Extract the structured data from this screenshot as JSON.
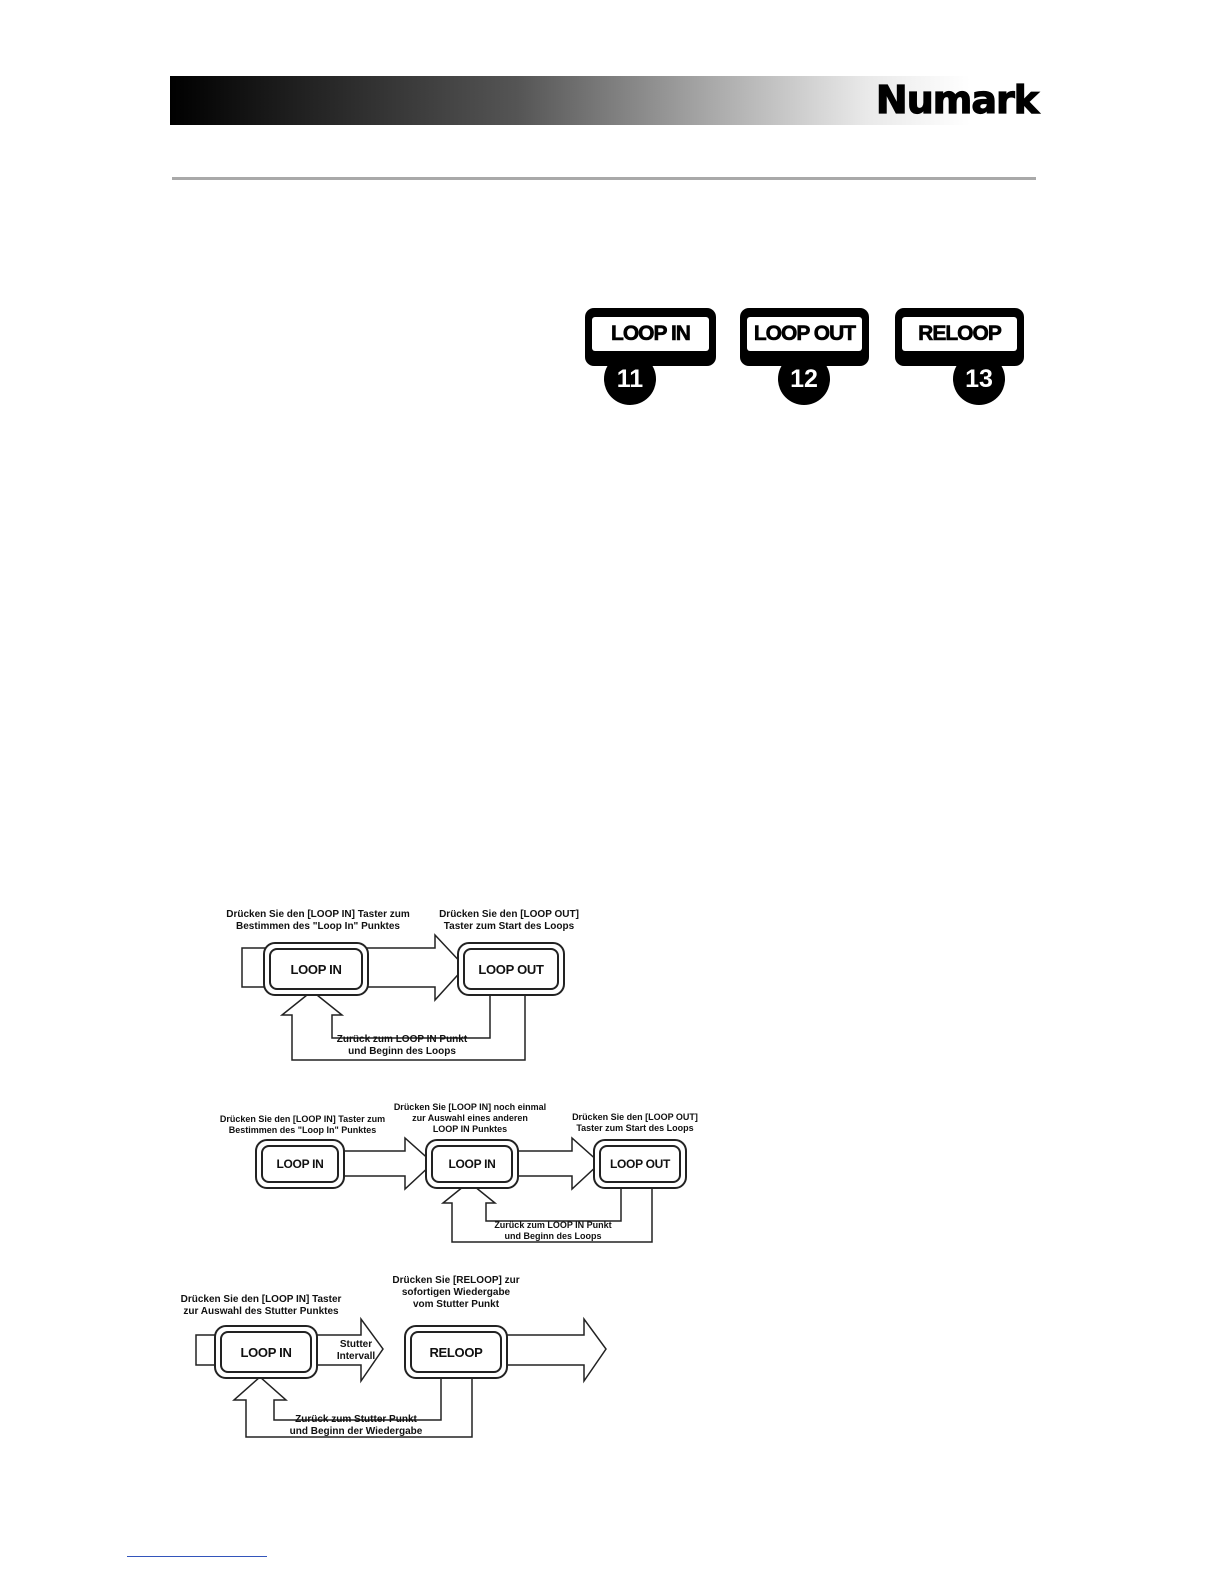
{
  "header": {
    "brand": "Numark"
  },
  "controls": [
    {
      "label": "LOOP IN",
      "number": "11"
    },
    {
      "label": "LOOP OUT",
      "number": "12"
    },
    {
      "label": "RELOOP",
      "number": "13"
    }
  ],
  "diagram1": {
    "caption_left": "Drücken Sie den [LOOP IN] Taster zum\nBestimmen des \"Loop In\" Punktes",
    "caption_right": "Drücken Sie den [LOOP OUT]\nTaster zum Start des Loops",
    "button_a": "LOOP IN",
    "button_b": "LOOP OUT",
    "return_label": "Zurück zum LOOP IN Punkt\nund Beginn des Loops"
  },
  "diagram2": {
    "caption_left": "Drücken Sie den [LOOP IN] Taster zum\nBestimmen des \"Loop In\" Punktes",
    "caption_mid": "Drücken Sie [LOOP IN] noch einmal\nzur Auswahl eines anderen\nLOOP IN Punktes",
    "caption_right": "Drücken Sie den [LOOP OUT]\nTaster zum Start des Loops",
    "button_a": "LOOP IN",
    "button_b": "LOOP IN",
    "button_c": "LOOP OUT",
    "return_label": "Zurück zum LOOP IN Punkt\nund Beginn des Loops"
  },
  "diagram3": {
    "caption_left": "Drücken Sie den [LOOP IN] Taster\nzur Auswahl des Stutter Punktes",
    "caption_mid": "Drücken Sie [RELOOP] zur\nsofortigen Wiedergabe\nvom Stutter Punkt",
    "interval_label": "Stutter\nIntervall",
    "button_a": "LOOP IN",
    "button_b": "RELOOP",
    "return_label": "Zurück zum Stutter Punkt\nund Beginn der Wiedergabe"
  }
}
